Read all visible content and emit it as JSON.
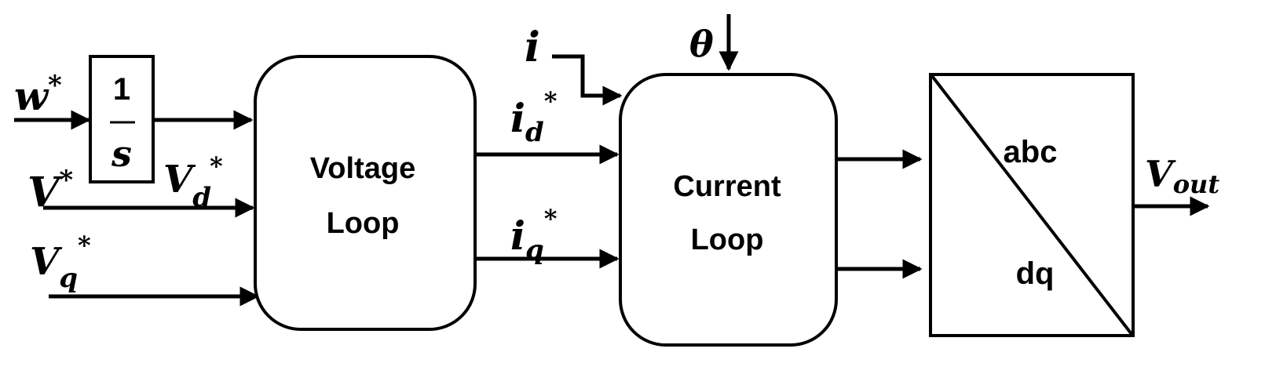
{
  "signals": {
    "w": {
      "base": "w",
      "sup": "*"
    },
    "v": {
      "base": "V",
      "sup": "*"
    },
    "vd": {
      "base": "V",
      "sub": "d",
      "sup": "*"
    },
    "vq": {
      "base": "V",
      "sub": "q",
      "sup": "*"
    },
    "i": {
      "base": "i"
    },
    "theta": {
      "base": "θ"
    },
    "id": {
      "base": "i",
      "sub": "d",
      "sup": "*"
    },
    "iq": {
      "base": "i",
      "sub": "q",
      "sup": "*"
    },
    "vout": {
      "base": "V",
      "sub": "out"
    }
  },
  "blocks": {
    "integrator": {
      "numerator": "1",
      "denominator": "s"
    },
    "voltage_loop": {
      "line1": "Voltage",
      "line2": "Loop"
    },
    "current_loop": {
      "line1": "Current",
      "line2": "Loop"
    },
    "transform": {
      "top": "abc",
      "bottom": "dq"
    }
  }
}
